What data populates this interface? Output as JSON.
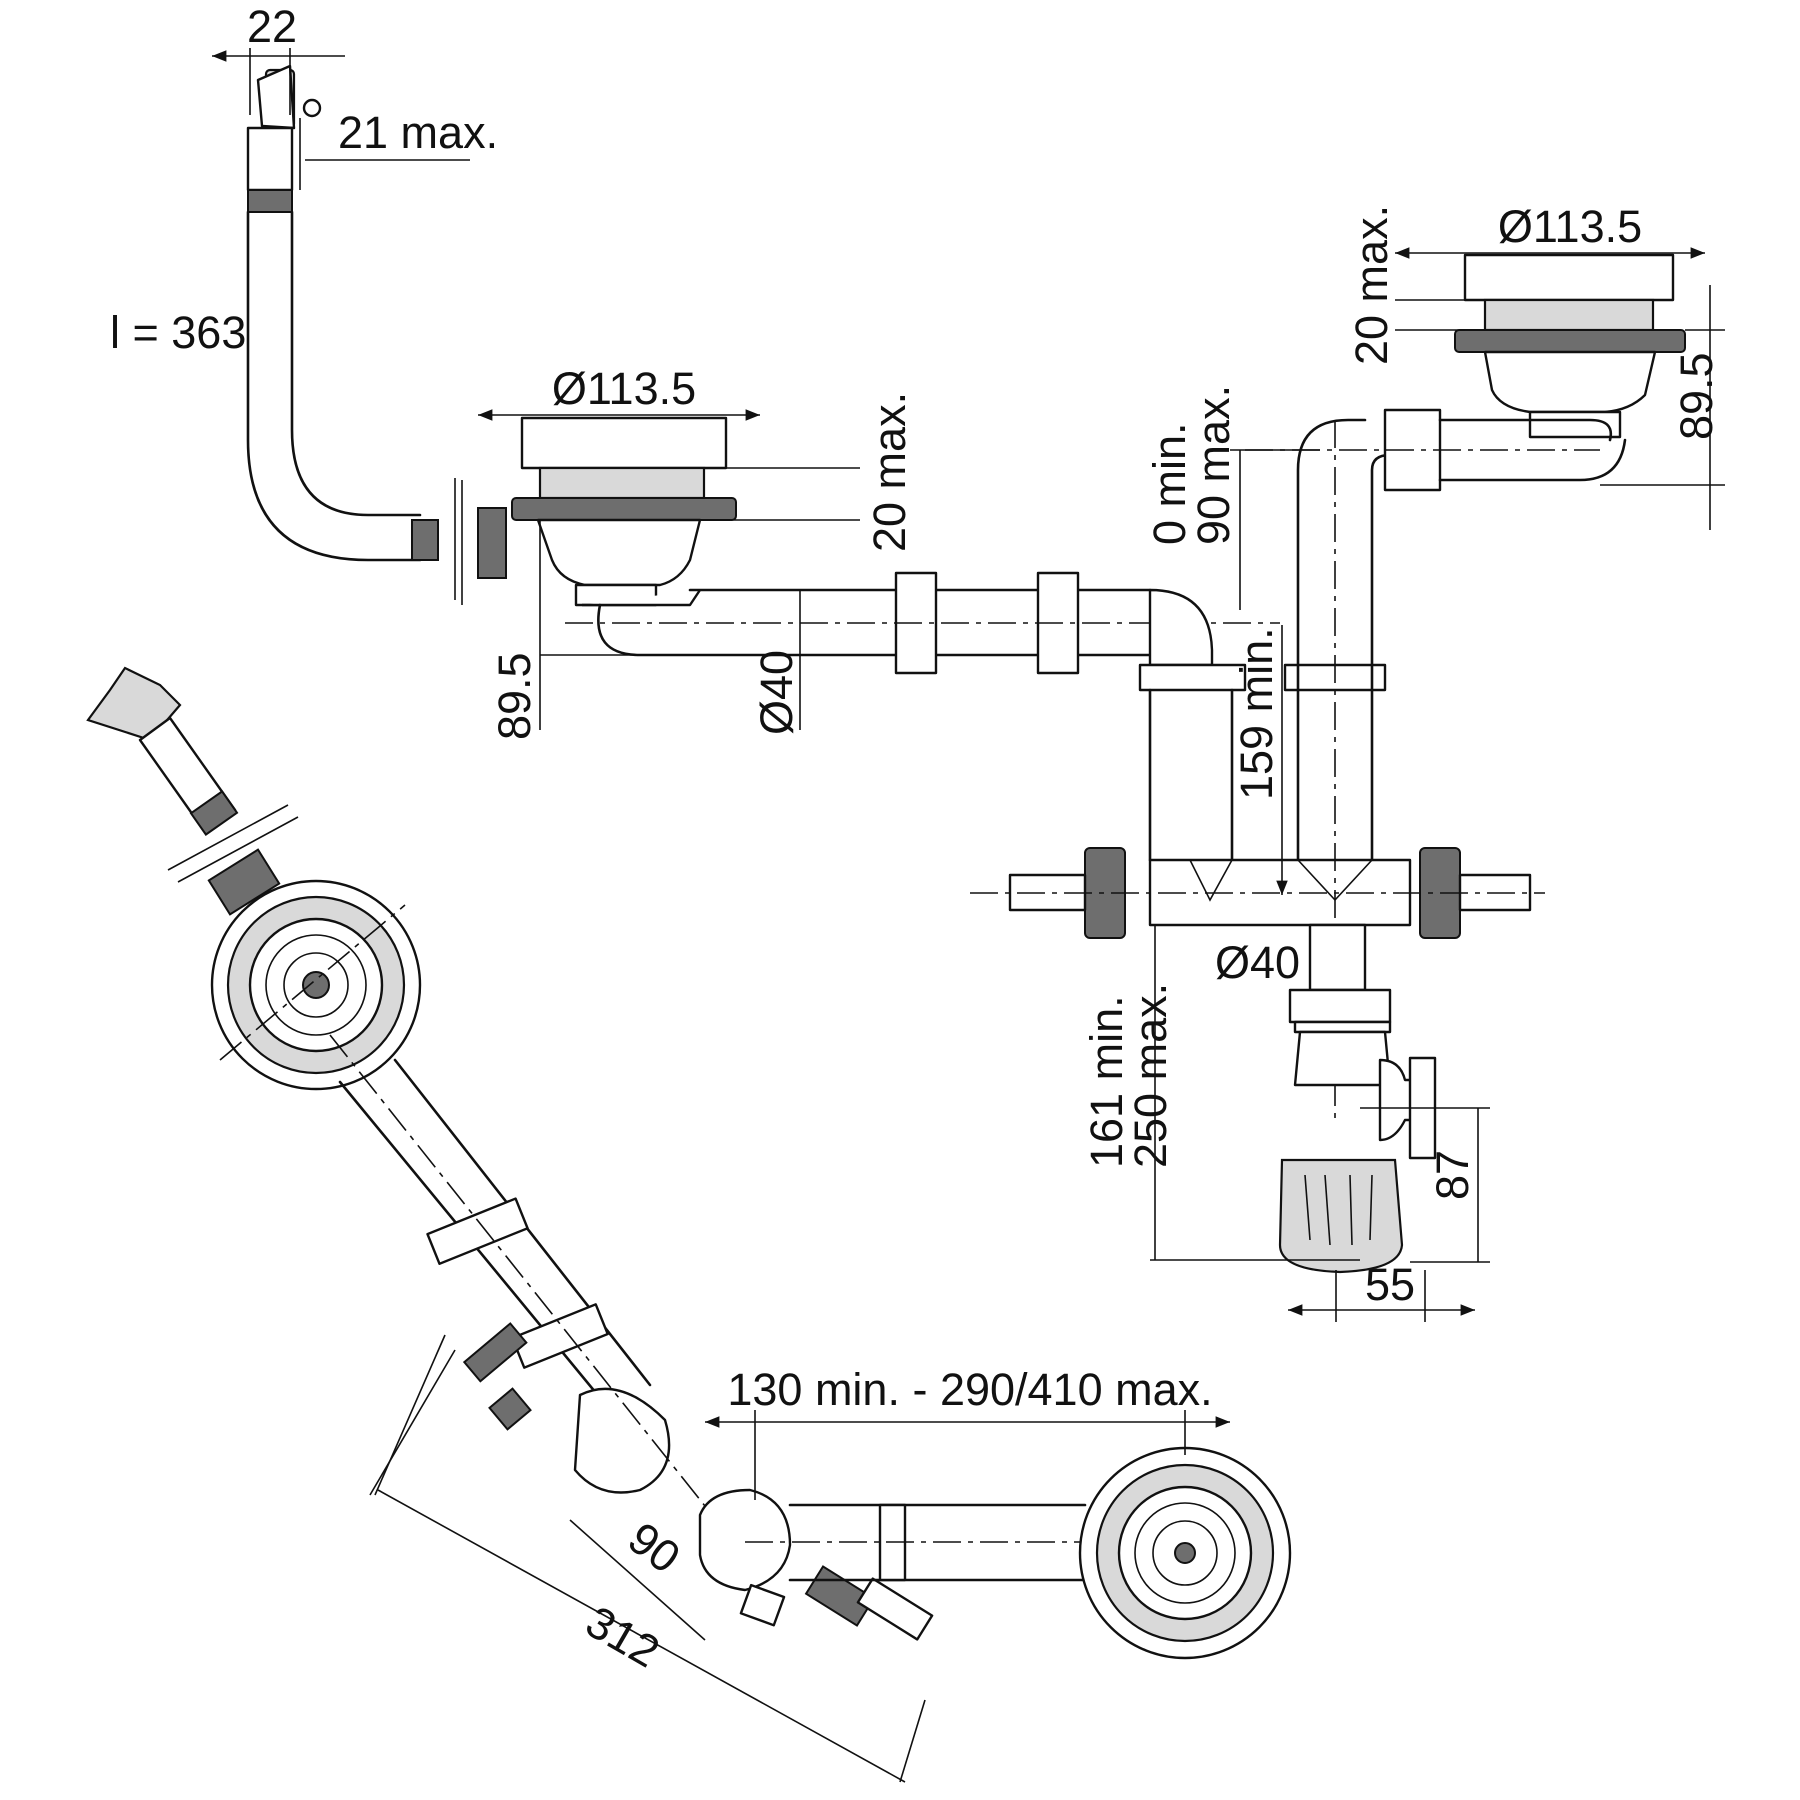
{
  "labels": {
    "overflow_width": "22",
    "overflow_depth": "21 max.",
    "overflow_tube_length": "l = 363",
    "left_strainer_diameter": "Ø113.5",
    "left_strainer_flange": "20 max.",
    "left_strainer_height": "89.5",
    "left_pipe_diameter": "Ø40",
    "right_strainer_diameter": "Ø113.5",
    "right_strainer_flange": "20 max.",
    "right_strainer_height": "89.5",
    "elbow_offset": "0 min.\n90 max.",
    "tee_height": "159 min.",
    "trap_pipe_diameter": "Ø40",
    "trap_height": "161 min.\n250 max.",
    "trap_outlet_height": "87",
    "trap_outlet_offset": "55",
    "center_distance": "130 min. - 290/410 max.",
    "angled_offset": "90",
    "angled_length": "312"
  },
  "colors": {
    "line": "#111111",
    "fill_grey": "#d9d9d9",
    "fill_dark": "#6e6e6e",
    "background": "#ffffff"
  }
}
